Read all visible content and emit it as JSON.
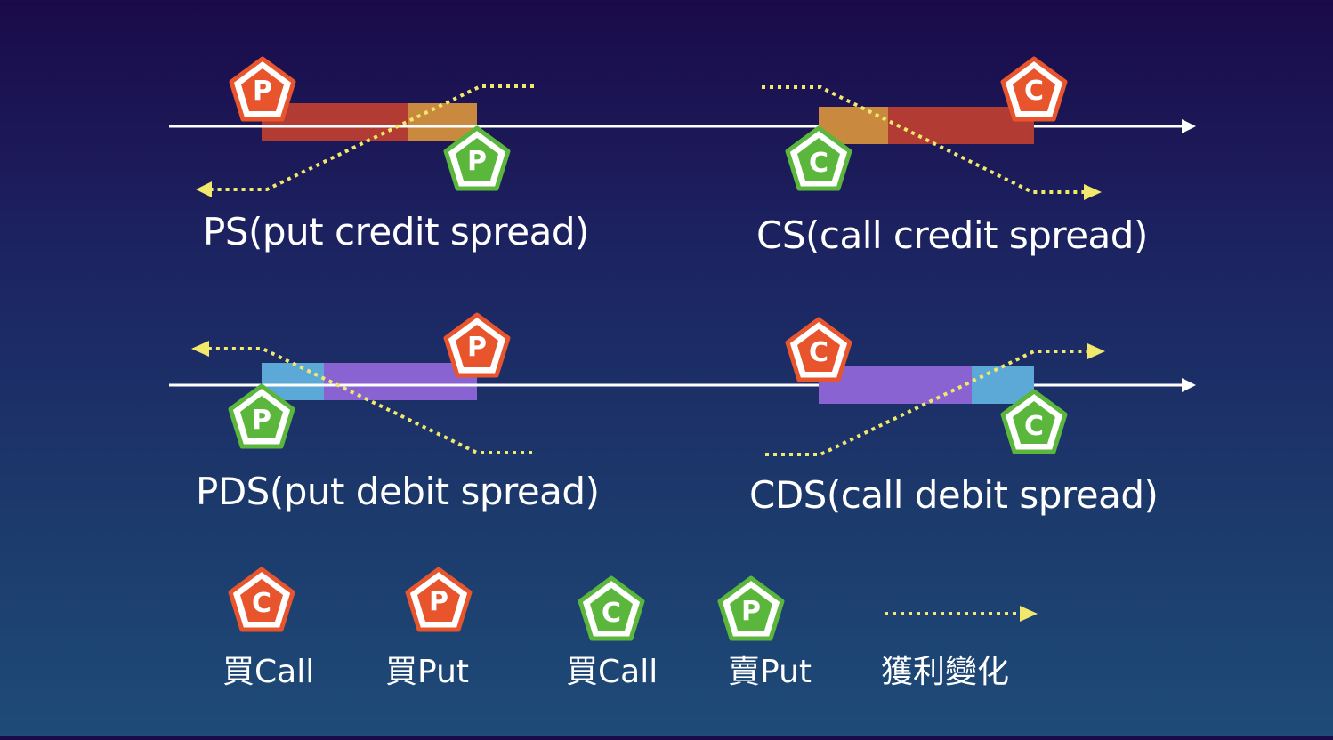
{
  "colors": {
    "buy_badge": "#e8542c",
    "sell_badge": "#5bb73c",
    "sell_red_bar": "#b23c33",
    "sell_orange_bar": "#c98a3f",
    "buy_purple_bar": "#8a63d2",
    "buy_blue_bar": "#5ca8d6",
    "axis": "#ffffff",
    "profit_line": "#f1e86c"
  },
  "diagrams": {
    "ps": {
      "label": "PS(put credit spread)",
      "badge_top": "P",
      "badge_bottom": "P"
    },
    "cs": {
      "label": "CS(call credit spread)",
      "badge_top": "C",
      "badge_bottom": "C"
    },
    "pds": {
      "label": "PDS(put debit spread)",
      "badge_top": "P",
      "badge_bottom": "P"
    },
    "cds": {
      "label": "CDS(call debit spread)",
      "badge_top": "C",
      "badge_bottom": "C"
    }
  },
  "legend": {
    "buy_call": {
      "letter": "C",
      "label": "買Call"
    },
    "buy_put": {
      "letter": "P",
      "label": "買Put"
    },
    "sell_call": {
      "letter": "C",
      "label": "買Call"
    },
    "sell_put": {
      "letter": "P",
      "label": "賣Put"
    },
    "profit": {
      "label": "獲利變化"
    }
  }
}
